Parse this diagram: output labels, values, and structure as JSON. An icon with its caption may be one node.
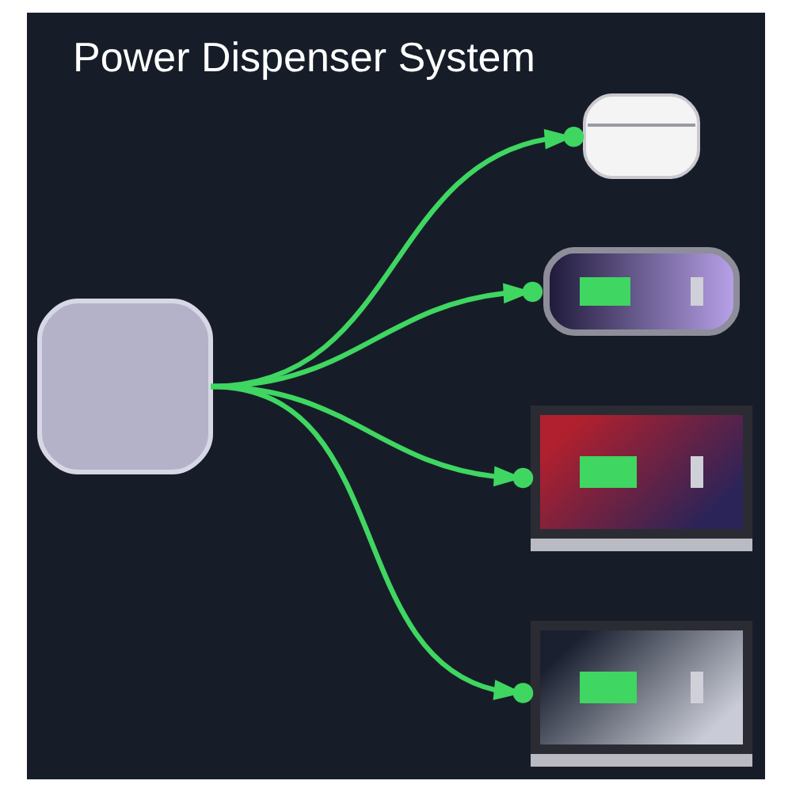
{
  "diagram": {
    "title": "Power Dispenser System",
    "nodes": [
      {
        "text": [],
        "shape": "box"
      },
      {
        "text": [],
        "shape": "picture"
      },
      {
        "text": [],
        "shape": "picture"
      },
      {
        "text": [],
        "shape": "picture"
      },
      {
        "text": [],
        "shape": "picture"
      }
    ],
    "edges": [
      {
        "from": 0,
        "to": 1,
        "arrow": "to"
      },
      {
        "from": 0,
        "to": 2,
        "arrow": "to"
      },
      {
        "from": 0,
        "to": 3,
        "arrow": "to"
      },
      {
        "from": 0,
        "to": 4,
        "arrow": "to"
      }
    ]
  }
}
